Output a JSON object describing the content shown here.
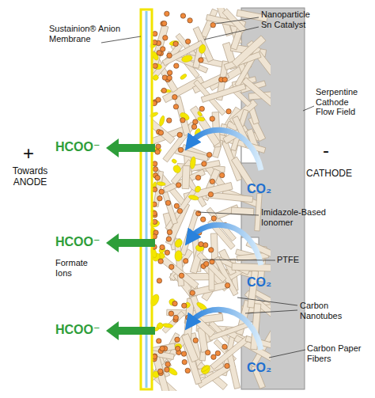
{
  "diagram": {
    "labels": [
      "Sustainion® Anion Membrane",
      "Nanoparticle Sn Catalyst",
      "Serpentine Cathode Flow Field",
      "HCOO⁻",
      "CO₂",
      "Imidazole-Based Ionomer",
      "+",
      "Towards ANODE",
      "-",
      "CATHODE",
      "HCOO⁻",
      "Formate Ions",
      "CO₂",
      "PTFE",
      "Carbon Nanotubes",
      "HCOO⁻",
      "CO₂",
      "Carbon Paper Fibers"
    ]
  }
}
